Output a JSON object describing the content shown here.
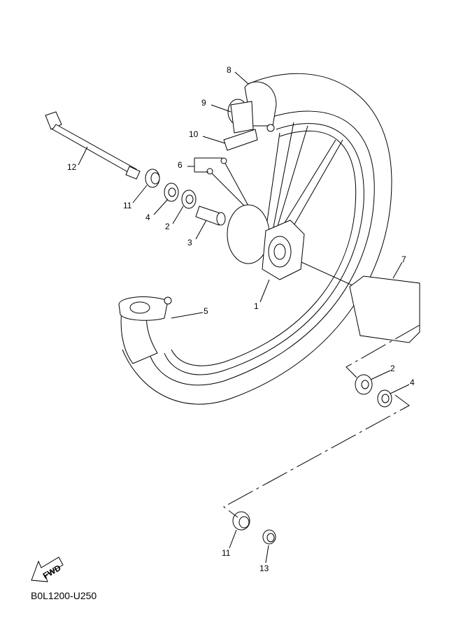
{
  "diagram": {
    "code": "B0L1200-U250",
    "fwd_label": "FWD",
    "callouts": {
      "c1": "1",
      "c2a": "2",
      "c2b": "2",
      "c3": "3",
      "c4a": "4",
      "c4b": "4",
      "c5": "5",
      "c6": "6",
      "c7": "7",
      "c8": "8",
      "c9": "9",
      "c10": "10",
      "c11a": "11",
      "c11b": "11",
      "c12": "12",
      "c13": "13"
    }
  }
}
